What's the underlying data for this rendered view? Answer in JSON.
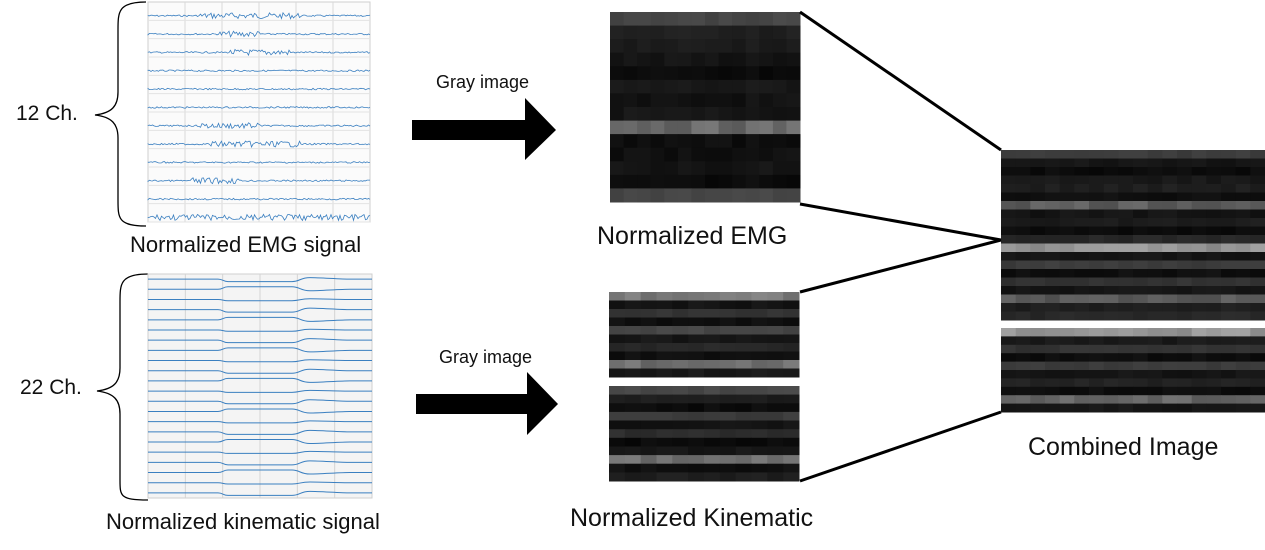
{
  "emg": {
    "channel_label": "12 Ch.",
    "signal_label": "Normalized EMG signal",
    "arrow_label": "Gray image",
    "image_label": "Normalized EMG",
    "channel_count": 12
  },
  "kinematic": {
    "channel_label": "22 Ch.",
    "signal_label": "Normalized kinematic signal",
    "arrow_label": "Gray image",
    "image_label": "Normalized Kinematic",
    "channel_count": 22
  },
  "combined": {
    "image_label": "Combined Image"
  },
  "colors": {
    "signal_line": "#3a7fc0",
    "arrow": "#000000",
    "image_background": "#0d0d0d"
  }
}
